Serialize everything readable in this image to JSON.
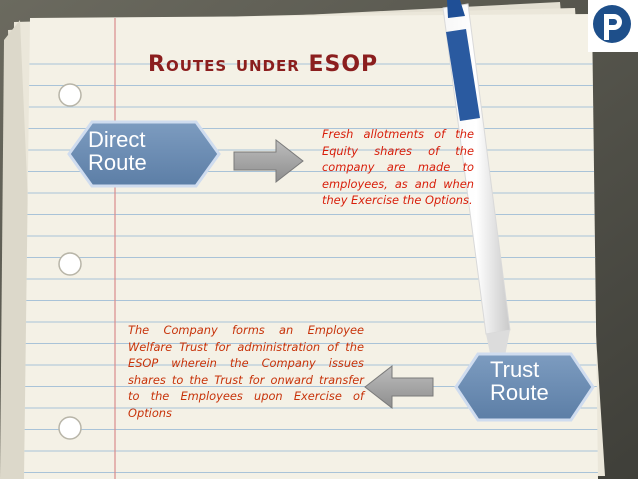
{
  "slide": {
    "title": "Routes under ESOP",
    "direct_route": {
      "label_line1": "Direct",
      "label_line2": "Route",
      "description": "Fresh allotments of the Equity shares of the company are made to employees, as and when they Exercise the Options."
    },
    "trust_route": {
      "label_line1": "Trust",
      "label_line2": "Route",
      "description": "The Company forms an Employee Welfare Trust for administration of the ESOP wherein the Company issues shares to the Trust for onward transfer to the Employees upon Exercise of Options"
    }
  },
  "colors": {
    "paper": "#f4f1e6",
    "rule_lines": "#a9c3d8",
    "margin_line": "#d98c8c",
    "hexagon_fill": "#6e8fb5",
    "hexagon_border": "#cfdcef",
    "arrow_fill": "#a8a8a8",
    "title_color": "#8b1e1e",
    "description_red": "#d81e0a",
    "pen_blue": "#2a5aa0",
    "logo_blue": "#1e4f8a"
  },
  "icons": {
    "logo": "p-logo-icon",
    "pen": "pen-icon",
    "arrow_right": "arrow-right-icon",
    "arrow_left": "arrow-left-icon"
  }
}
